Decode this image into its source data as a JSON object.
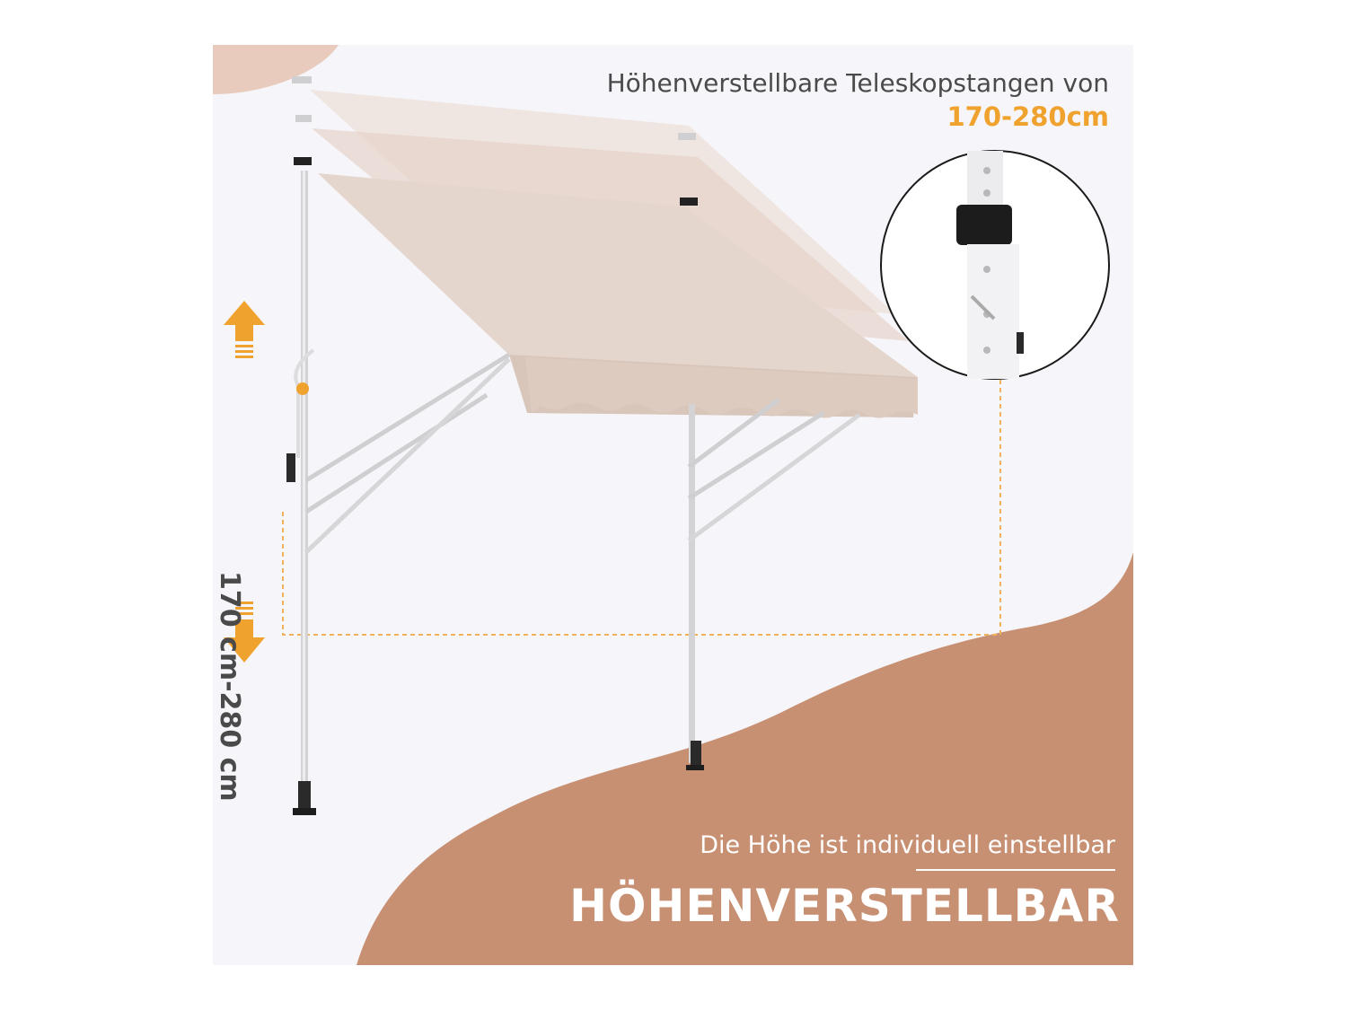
{
  "product_image": {
    "feature_text": "Höhenverstellbare Teleskopstangen von",
    "feature_range": "170-280cm",
    "height_label": "170 cm-280 cm",
    "subtitle": "Die Höhe ist individuell einstellbar",
    "title": "HÖHENVERSTELLBAR",
    "colors": {
      "accent": "#f0a22e",
      "brand_wave": "#c79072",
      "canopy": "#e6d9cf",
      "background": "#f6f5f9"
    },
    "icons": [
      "arrow-up-icon",
      "arrow-down-icon",
      "magnifier-circle"
    ]
  }
}
